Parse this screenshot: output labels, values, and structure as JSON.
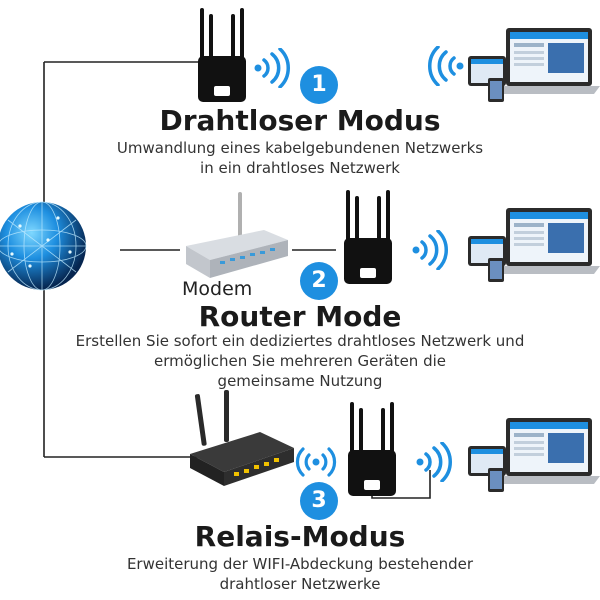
{
  "colors": {
    "accent": "#1e8fe0",
    "line": "#222222",
    "device_dark": "#111111"
  },
  "sections": [
    {
      "badge": "1",
      "title": "Drahtloser Modus",
      "description_lines": [
        "Umwandlung eines kabelgebundenen Netzwerks",
        "in ein drahtloses Netzwerk"
      ]
    },
    {
      "badge": "2",
      "title": "Router Mode",
      "description_lines": [
        "Erstellen Sie sofort ein dediziertes drahtloses Netzwerk und",
        "ermöglichen Sie mehreren Geräten die",
        "gemeinsame Nutzung"
      ]
    },
    {
      "badge": "3",
      "title": "Relais-Modus",
      "description_lines": [
        "Erweiterung der WIFI-Abdeckung bestehender",
        "drahtloser Netzwerke"
      ]
    }
  ],
  "modem_label": "Modem",
  "icons": [
    "globe-icon",
    "wifi-icon",
    "repeater-icon",
    "laptop-icon",
    "tablet-icon",
    "phone-icon",
    "modem-icon",
    "router-icon"
  ]
}
